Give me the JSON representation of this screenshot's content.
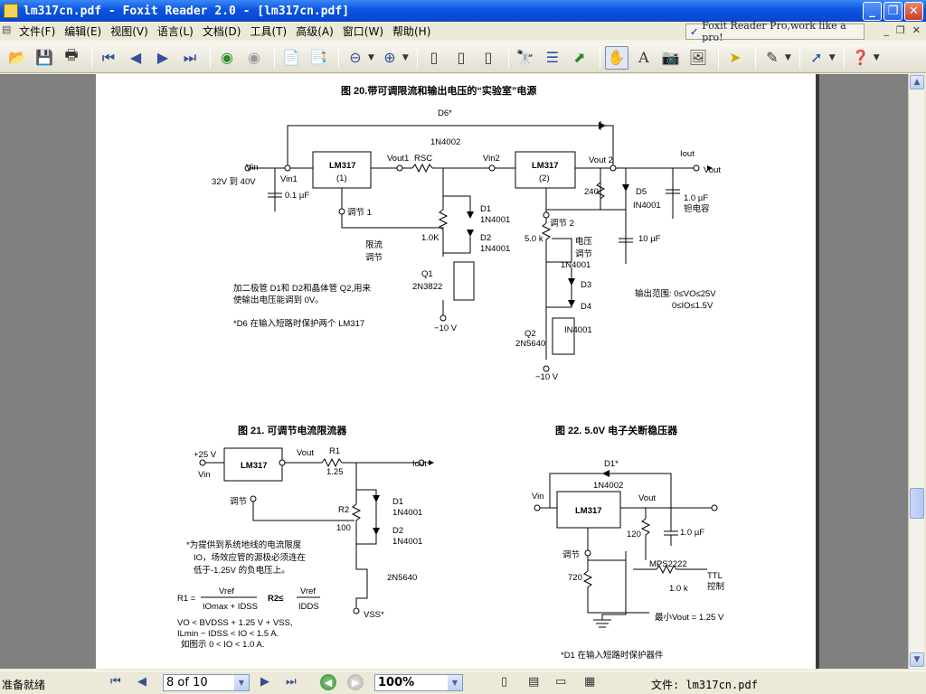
{
  "window": {
    "title": "lm317cn.pdf - Foxit Reader 2.0 - [lm317cn.pdf]"
  },
  "menu": {
    "items": [
      "文件(F)",
      "编辑(E)",
      "视图(V)",
      "语言(L)",
      "文档(D)",
      "工具(T)",
      "高级(A)",
      "窗口(W)",
      "帮助(H)"
    ]
  },
  "promo": {
    "text": "Foxit Reader Pro,work like a pro!"
  },
  "toolbar": {
    "icons": [
      "open-icon",
      "save-icon",
      "print-icon",
      "first-page-icon",
      "prev-page-icon",
      "next-page-icon",
      "last-page-icon",
      "back-icon",
      "forward-icon",
      "insert-page-icon",
      "extract-page-icon",
      "zoom-out-icon",
      "zoom-in-icon",
      "single-page-icon",
      "continuous-icon",
      "facing-icon",
      "find-icon",
      "bookmark-icon",
      "fit-icon",
      "hand-tool-icon",
      "text-select-icon",
      "snapshot-icon",
      "image-icon",
      "select-tool-icon",
      "annotation-icon",
      "typewriter-icon",
      "help-icon"
    ]
  },
  "doc": {
    "fig20": {
      "title": "图 20.带可调限流和输出电压的“实验室”电源",
      "labels": {
        "d6": "D6*",
        "d6part": "1N4002",
        "vin": "Vin",
        "vin_range": "32V 到 40V",
        "vin1": "Vin1",
        "lm317_1": "LM317",
        "lm317_1n": "(1)",
        "c1": "0.1 µF",
        "adj1": "调节 1",
        "vout1": "Vout1",
        "rsc": "RSC",
        "vin2": "Vin2",
        "lm317_2": "LM317",
        "lm317_2n": "(2)",
        "vout2": "Vout 2",
        "iout": "Iout",
        "vout": "Vout",
        "r240": "240",
        "d5": "D5",
        "d5part": "IN4001",
        "cap1": "1.0 µF",
        "tantalum": "钽电容",
        "d1": "D1",
        "d1part": "1N4001",
        "d2": "D2",
        "d2part": "1N4001",
        "pot1k": "1.0K",
        "limit1": "限流",
        "limit2": "调节",
        "q1": "Q1",
        "q1part": "2N3822",
        "neg10a": "−10 V",
        "adj2": "调节 2",
        "pot5k": "5.0 k",
        "volt1": "电压",
        "volt2": "调节",
        "cap10": "10 µF",
        "d_1n4001": "1N4001",
        "d3": "D3",
        "d4": "D4",
        "in4001": "IN4001",
        "q2": "Q2",
        "q2part": "2N5640",
        "neg10b": "−10 V",
        "range1": "输出范围: 0≤VO≤25V",
        "range2": "0≤IO≤1.5V",
        "note1": "加二极管 D1和 D2和晶体管 Q2,用来",
        "note2": "使输出电压能调到 0V。",
        "note3": "*D6 在输入短路时保护两个 LM317"
      }
    },
    "fig21": {
      "title": "图 21.  可调节电流限流器",
      "labels": {
        "plus25": "+25 V",
        "vin": "Vin",
        "lm317": "LM317",
        "vout": "Vout",
        "r1": "R1",
        "r1val": "1.25",
        "iout": "Iout",
        "adj": "调节",
        "r2": "R2",
        "r2val": "100",
        "d1": "D1",
        "d1part": "1N4001",
        "d2": "D2",
        "d2part": "1N4001",
        "fet": "2N5640",
        "vss": "VSS*",
        "n1": "*为提供到系统地线的电流限度",
        "n2": "IO，场效应管的源极必须连在",
        "n3": "低于-1.25V 的负电压上。",
        "eq1": "R1 =",
        "eq_vref": "Vref",
        "eq_den": "IOmax + IDSS",
        "eq2": "R2≤",
        "eq2_den": "IDDS",
        "c1": "VO < BVDSS + 1.25 V + VSS,",
        "c2": "ILmin − IDSS < IO < 1.5 A.",
        "c3": "如图示  0 < IO < 1.0 A."
      }
    },
    "fig22": {
      "title": "图 22.  5.0V 电子关断稳压器",
      "labels": {
        "d1": "D1*",
        "d1part": "1N4002",
        "vin": "Vin",
        "lm317": "LM317",
        "vout": "Vout",
        "r120": "120",
        "cap": "1.0 µF",
        "adj": "调节",
        "r720": "720",
        "mps": "MPS2222",
        "ttl1": "TTL",
        "ttl2": "控制",
        "r1k": "1.0 k",
        "minv": "最小Vout = 1.25 V",
        "note": "*D1 在输入短路时保护器件"
      }
    }
  },
  "status": {
    "ready": "准备就绪",
    "page": "8 of 10",
    "zoom": "100%",
    "file": "文件: lm317cn.pdf"
  }
}
